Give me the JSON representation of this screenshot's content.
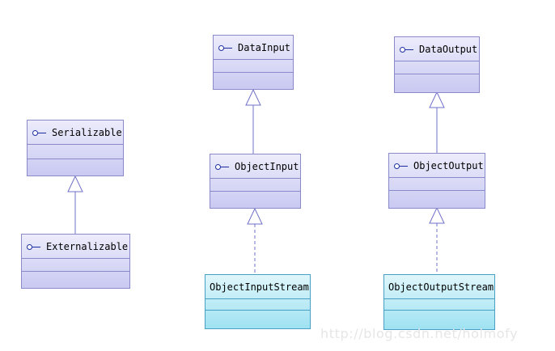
{
  "diagram": {
    "interfaces": {
      "serializable": "Serializable",
      "externalizable": "Externalizable",
      "data_input": "DataInput",
      "object_input": "ObjectInput",
      "data_output": "DataOutput",
      "object_output": "ObjectOutput"
    },
    "classes": {
      "object_input_stream": "ObjectInputStream",
      "object_output_stream": "ObjectOutputStream"
    },
    "relations": [
      {
        "from": "Externalizable",
        "to": "Serializable",
        "kind": "generalization"
      },
      {
        "from": "ObjectInput",
        "to": "DataInput",
        "kind": "generalization"
      },
      {
        "from": "ObjectInputStream",
        "to": "ObjectInput",
        "kind": "realization"
      },
      {
        "from": "ObjectOutput",
        "to": "DataOutput",
        "kind": "generalization"
      },
      {
        "from": "ObjectOutputStream",
        "to": "ObjectOutput",
        "kind": "realization"
      }
    ],
    "interface_icon": "interface-lollipop-icon"
  },
  "watermark": "http://blog.csdn.net/holmofy",
  "colors": {
    "interface_border": "#8a8acb",
    "class_border": "#4a9fc4",
    "connector": "#7070c8",
    "watermark": "#e6e6e6"
  }
}
